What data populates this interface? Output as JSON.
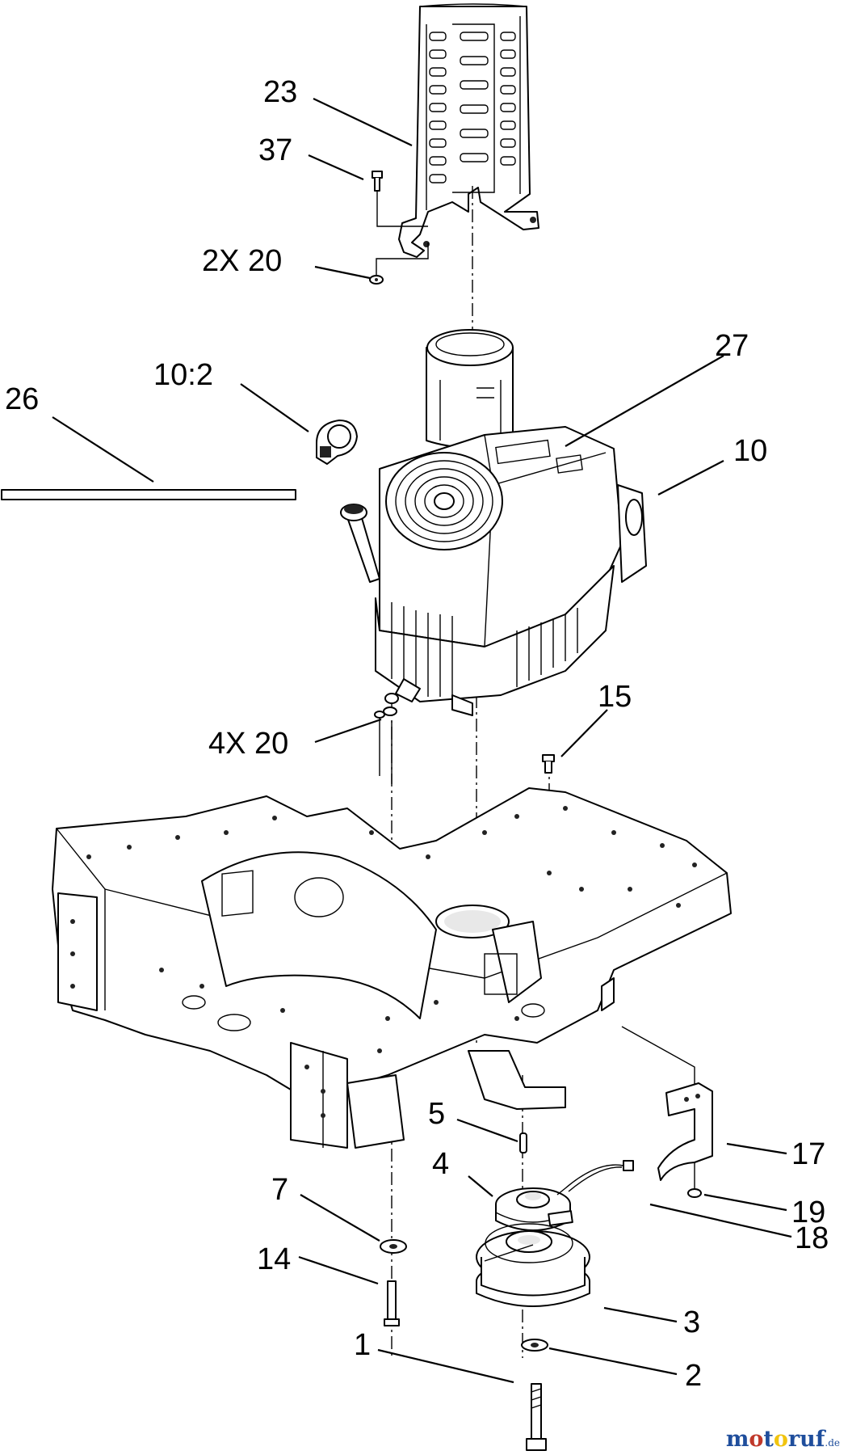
{
  "callouts": {
    "c23": "23",
    "c37": "37",
    "c2x20": "2X 20",
    "c27": "27",
    "c10_2": "10:2",
    "c26": "26",
    "c10": "10",
    "c15": "15",
    "c4x20": "4X 20",
    "c5": "5",
    "c4": "4",
    "c7": "7",
    "c17": "17",
    "c19": "19",
    "c18": "18",
    "c14": "14",
    "c3": "3",
    "c1": "1",
    "c2": "2"
  },
  "watermark": {
    "m1": "m",
    "o1": "o",
    "t": "t",
    "o2": "o",
    "ruf": "ruf",
    "de": ".de"
  }
}
